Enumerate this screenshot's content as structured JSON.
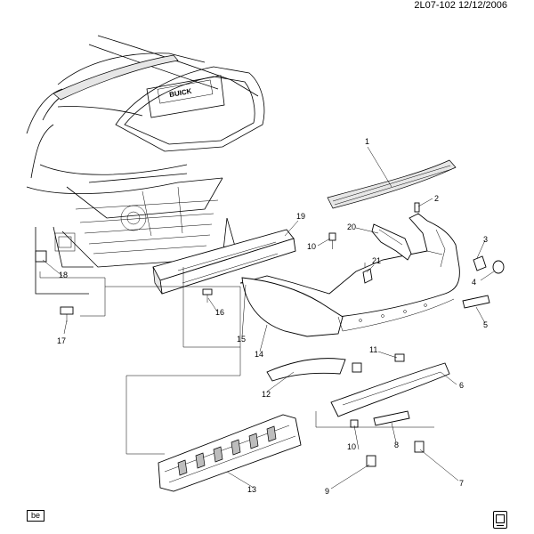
{
  "header": {
    "code": "2L07-102",
    "date": "12/12/2006"
  },
  "footer": {
    "tag": "be"
  },
  "callouts": [
    "1",
    "2",
    "3",
    "4",
    "5",
    "6",
    "7",
    "8",
    "9",
    "10",
    "10",
    "11",
    "12",
    "13",
    "14",
    "15",
    "16",
    "17",
    "18",
    "19",
    "20",
    "21"
  ]
}
